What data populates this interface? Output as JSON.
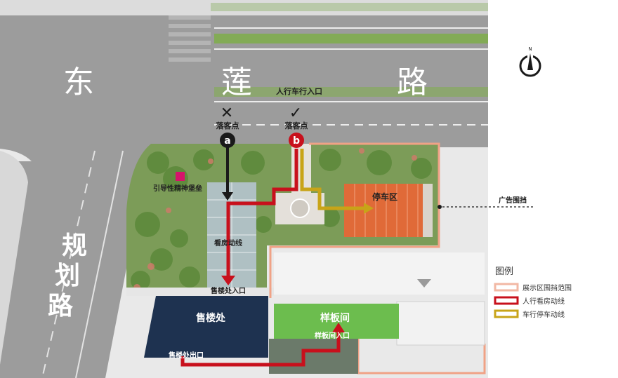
{
  "roads": {
    "east_road_chars": [
      "东",
      "莲",
      "路"
    ],
    "gui_road_chars": [
      "规",
      "划",
      "路"
    ]
  },
  "labels": {
    "ped_vehicle_entrance": "人行车行入口",
    "dropoff_a": "落客点",
    "dropoff_b": "落客点",
    "marker_a": "a",
    "marker_b": "b",
    "cross_mark": "✕",
    "check_mark": "✓",
    "guide_bastion": "引导性精神堡垒",
    "viewing_route": "看房动线",
    "sales_entrance": "售楼处入口",
    "sales_office": "售楼处",
    "sales_exit": "售楼处出口",
    "model_room": "样板间",
    "model_entrance": "样板间入口",
    "parking": "停车区",
    "ad_fence": "广告围挡",
    "north": "N"
  },
  "legend": {
    "title": "图例",
    "items": [
      {
        "label": "展示区围挡范围",
        "color": "#f2b8a4",
        "icon": "fence-range-swatch"
      },
      {
        "label": "人行看房动线",
        "color": "#c8101c",
        "icon": "pedestrian-route-swatch"
      },
      {
        "label": "车行停车动线",
        "color": "#c8a418",
        "icon": "vehicle-route-swatch"
      }
    ]
  },
  "colors": {
    "road": "#9b9b9b",
    "median": "#7fae4a",
    "greenery": "#7a9a55",
    "pedestrian_route": "#c8101c",
    "vehicle_route": "#c8a418",
    "parking": "#e06a38",
    "sales_office": "#1e3250",
    "model_room": "#6cbd4e",
    "fence": "#f0a286",
    "guide_bastion": "#d6136b"
  }
}
